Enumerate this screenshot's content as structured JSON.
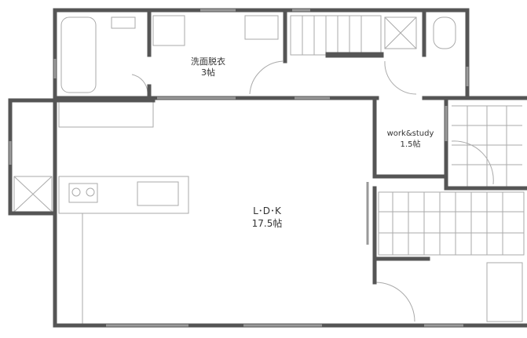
{
  "rooms": {
    "washroom": {
      "name": "洗面脱衣",
      "size": "3帖"
    },
    "study": {
      "name": "work&study",
      "size": "1.5帖"
    },
    "ldk": {
      "name": "L･D･K",
      "size": "17.5帖"
    }
  },
  "colors": {
    "wall": "#555555",
    "fixture": "#aaaaaa"
  }
}
